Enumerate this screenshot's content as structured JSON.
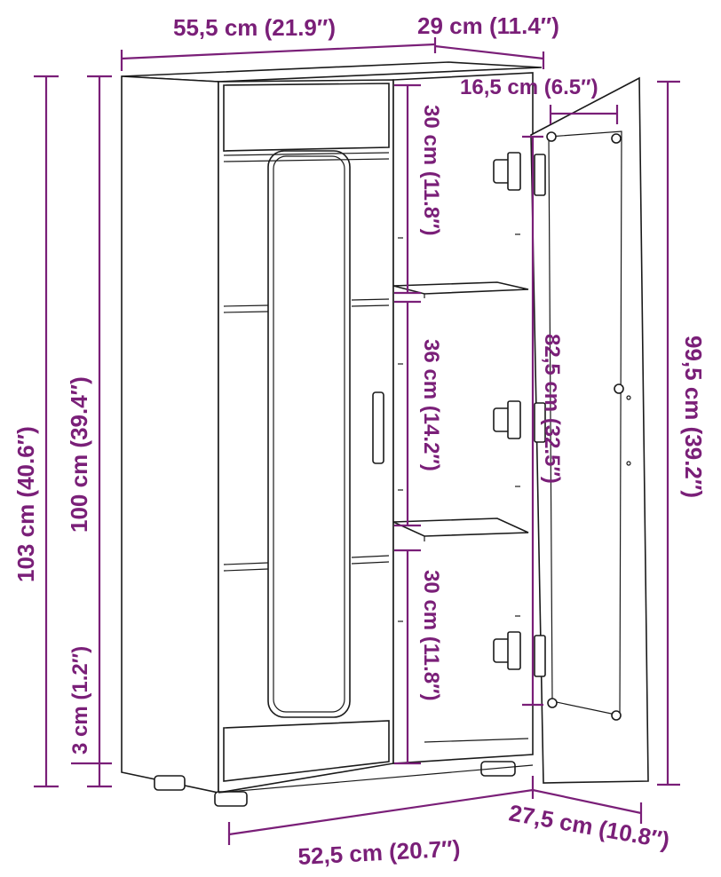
{
  "diagram": {
    "colors": {
      "dimension": "#7a1f78",
      "outline": "#1a1a1a",
      "background": "#ffffff"
    },
    "dimensions": {
      "top_width": "55,5 cm (21.9″)",
      "top_depth": "29 cm (11.4″)",
      "door_inner_width": "16,5 cm (6.5″)",
      "shelf_top_gap": "30 cm (11.8″)",
      "shelf_middle_gap": "36 cm (14.2″)",
      "shelf_bottom_gap": "30 cm (11.8″)",
      "door_glass_height": "82,5 cm (32.5″)",
      "door_height": "99,5 cm (39.2″)",
      "total_height": "103 cm (40.6″)",
      "body_height": "100 cm (39.4″)",
      "plinth_height": "3 cm (1.2″)",
      "bottom_width": "52,5 cm (20.7″)",
      "bottom_depth": "27,5 cm (10.8″)"
    }
  }
}
